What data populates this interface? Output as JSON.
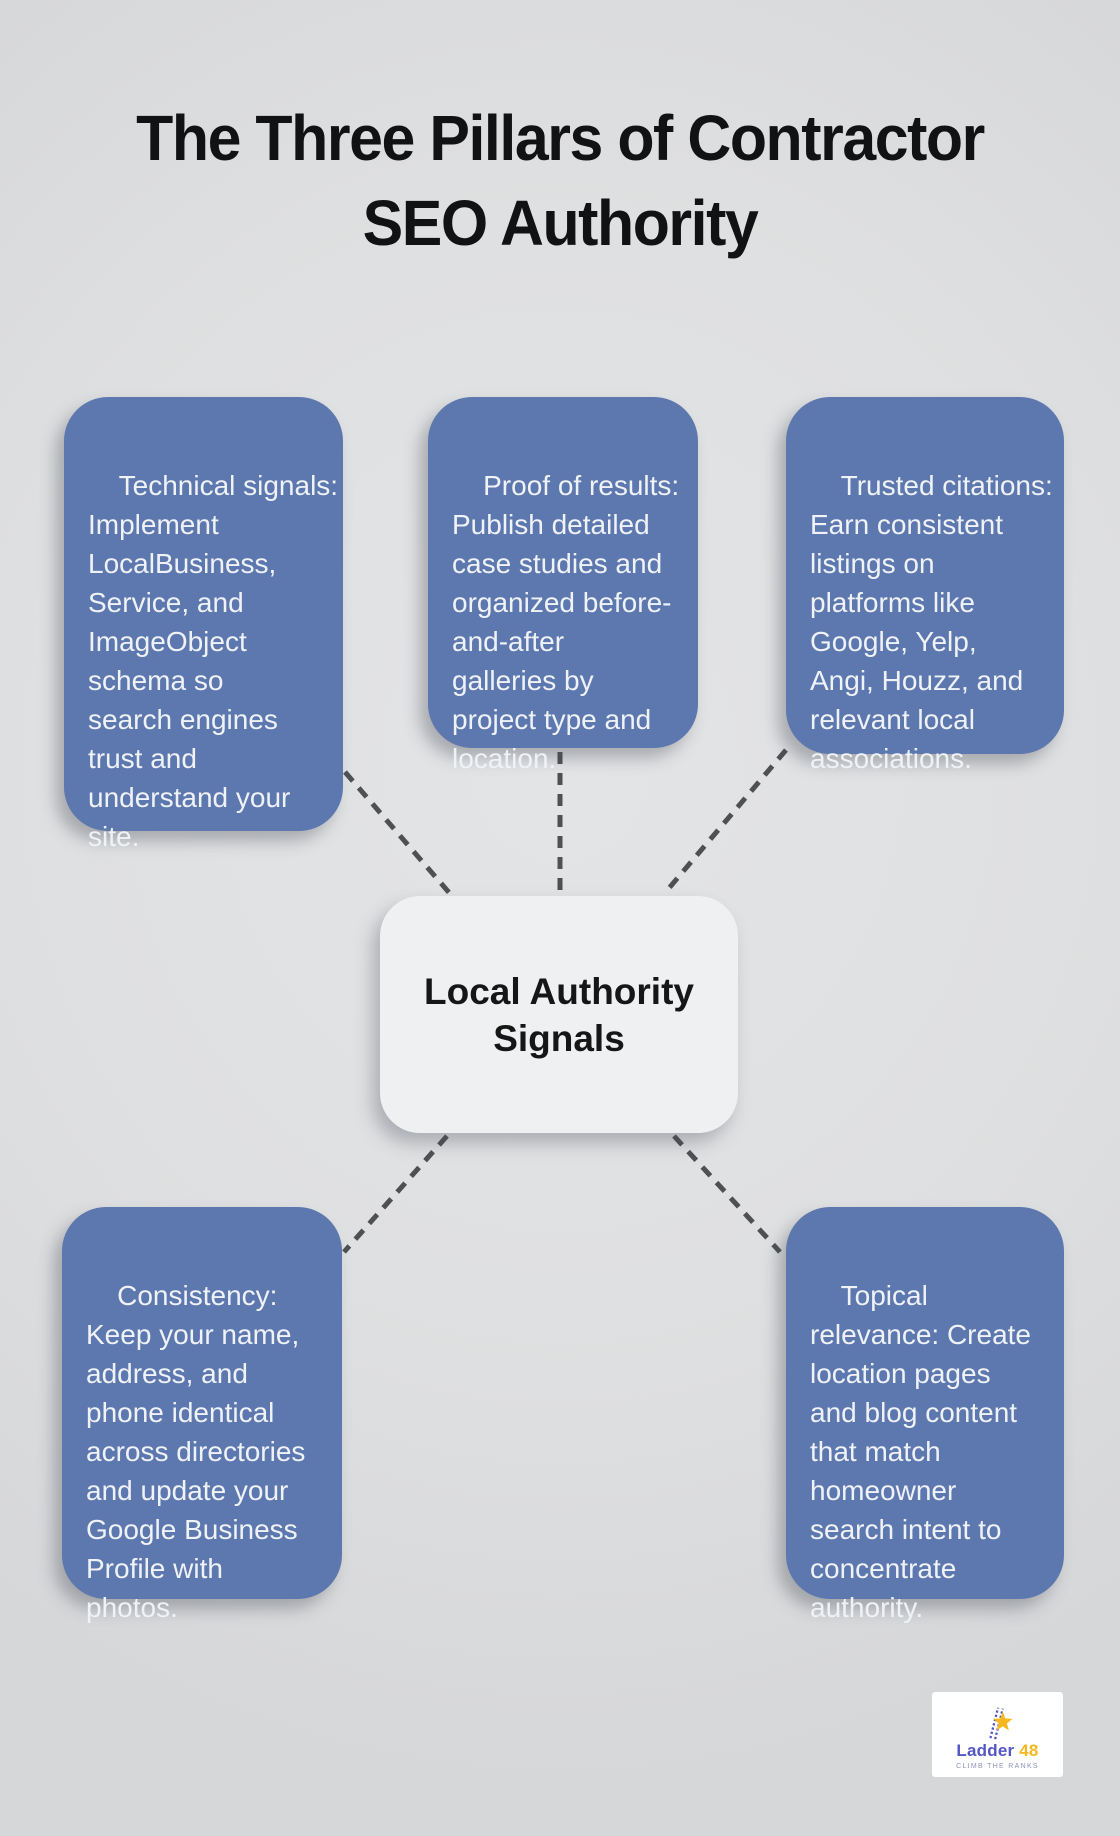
{
  "title": {
    "text": "The Three Pillars of Contractor\nSEO Authority"
  },
  "center": {
    "label": "Local Authority\nSignals"
  },
  "nodes": [
    {
      "id": "technical-signals",
      "text": "Technical signals:\nImplement\nLocalBusiness,\nService, and\nImageObject\nschema so\nsearch engines\ntrust and\nunderstand your\nsite."
    },
    {
      "id": "proof-of-results",
      "text": "Proof of results:\nPublish detailed\ncase studies and\norganized before-\nand-after\ngalleries by\nproject type and\nlocation."
    },
    {
      "id": "trusted-citations",
      "text": "Trusted citations:\nEarn consistent\nlistings on\nplatforms like\nGoogle, Yelp,\nAngi, Houzz, and\nrelevant local\nassociations."
    },
    {
      "id": "consistency",
      "text": "Consistency:\nKeep your name,\naddress, and\nphone identical\nacross directories\nand update your\nGoogle Business\nProfile with\nphotos."
    },
    {
      "id": "topical-relevance",
      "text": "Topical\nrelevance: Create\nlocation pages\nand blog content\nthat match\nhomeowner\nsearch intent to\nconcentrate\nauthority."
    }
  ],
  "logo": {
    "brand": "Ladder",
    "number": "48",
    "tagline": "CLIMB THE RANKS"
  },
  "colors": {
    "background": "#dfe0e1",
    "node_fill": "#5d78ae",
    "node_text": "#eff2f7",
    "center_fill": "#eef0f2",
    "center_text": "#161616",
    "title_text": "#111213",
    "connector": "#4e5052",
    "logo_primary": "#5356c5",
    "logo_accent": "#f6b81e",
    "logo_tagline": "#8d91b8"
  }
}
